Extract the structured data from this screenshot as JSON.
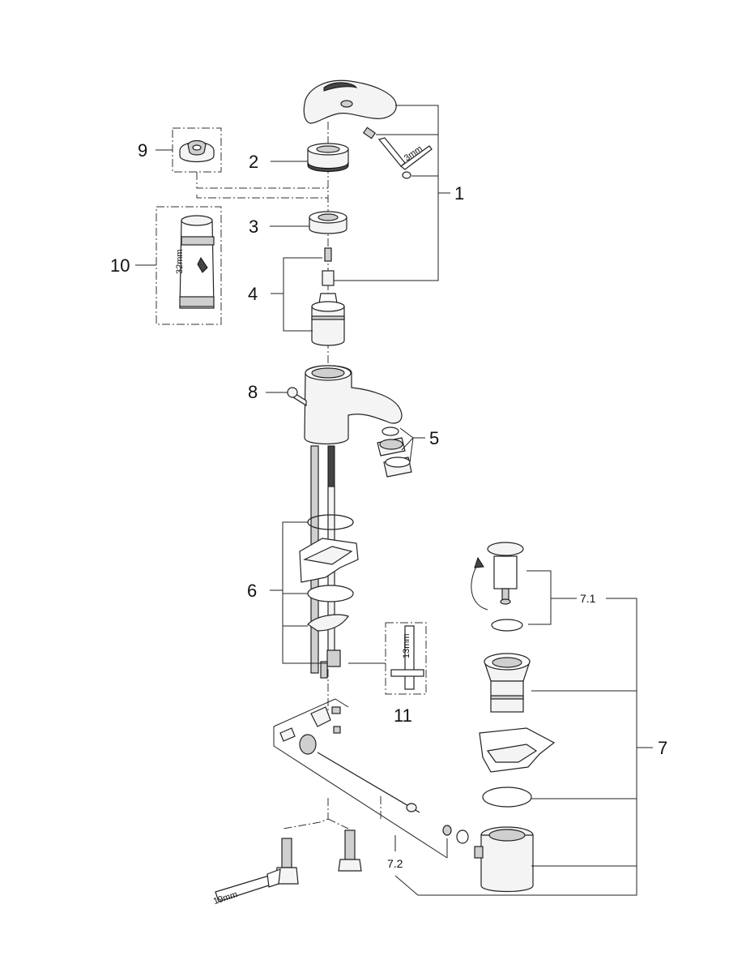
{
  "diagram": {
    "callouts": {
      "c1": "1",
      "c2": "2",
      "c3": "3",
      "c4": "4",
      "c5": "5",
      "c6": "6",
      "c7": "7",
      "c7_1": "7.1",
      "c7_2": "7.2",
      "c8": "8",
      "c9": "9",
      "c10": "10",
      "c11": "11"
    },
    "dimensions": {
      "allen_key": "3mm",
      "socket_wrench": "32mm",
      "spanner_13": "13mm",
      "spanner_19": "19mm"
    }
  }
}
